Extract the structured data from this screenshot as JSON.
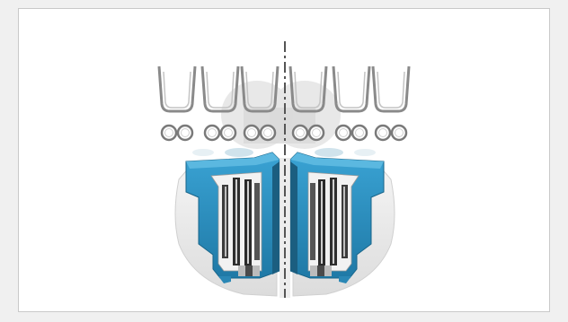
{
  "figure": {
    "colors": {
      "page_background": "#f0f0f0",
      "panel_background": "#ffffff",
      "panel_border": "#c9c9c9",
      "seal_blue": "#2e8fbf",
      "seal_blue_dark": "#1d6f96",
      "wire_gray": "#8a8a8a",
      "housing_light": "#e2e2e2",
      "housing_mid": "#cfcfcf",
      "insert_dark": "#333333",
      "centerline": "#555555"
    },
    "icons": {
      "top_row": "clip-wire-icon",
      "middle_row": "ring-pair-icon",
      "body": "split-seal-cross-section-icon",
      "axis": "dashed-centerline-icon"
    },
    "clip_count": 6,
    "ring_pair_count": 6,
    "centerline_style": "dash-dot"
  }
}
